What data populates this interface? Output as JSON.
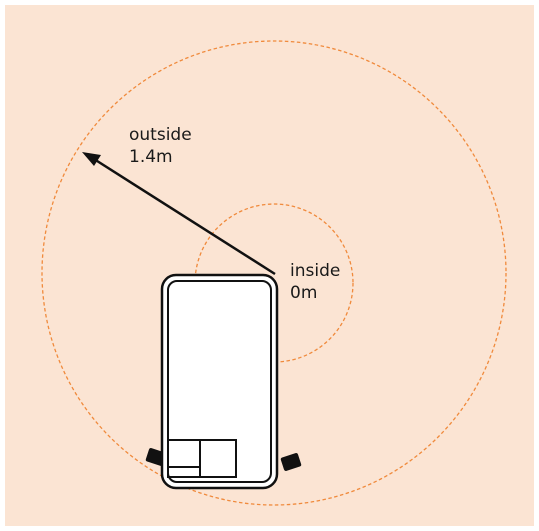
{
  "colors": {
    "background": "#fbe4d3",
    "range_circle": "#f08a3c",
    "outline": "#111111",
    "device_fill": "#ffffff"
  },
  "icons": {
    "device": "phone-top-view-icon",
    "arrow": "range-arrow-icon"
  },
  "labels": {
    "outside_line1": "outside",
    "outside_line2": "1.4m",
    "inside_line1": "inside",
    "inside_line2": "0m"
  }
}
